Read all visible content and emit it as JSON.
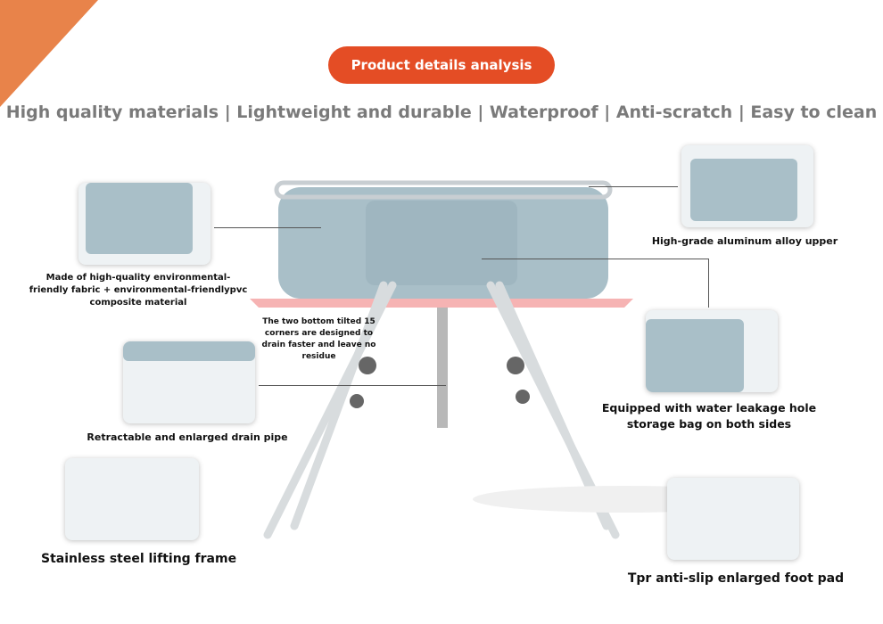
{
  "header": {
    "badge": "Product details analysis",
    "features": "High quality materials | Lightweight and durable | Waterproof | Anti-scratch | Easy to clean"
  },
  "callouts": {
    "material": "Made of high-quality environmental-friendly fabric + environmental-friendlypvc composite material",
    "drain_corner": "The two bottom tilted 15 corners are designed to drain faster and leave no residue",
    "drain_pipe": "Retractable and enlarged drain pipe",
    "frame": "Stainless steel lifting frame",
    "aluminum": "High-grade aluminum alloy upper",
    "storage": "Equipped with water leakage hole storage bag on both sides",
    "foot_pad": "Tpr anti-slip enlarged foot pad"
  },
  "colors": {
    "accent": "#e44d25",
    "corner": "#e8834a",
    "tub": "#a9bfc8"
  }
}
